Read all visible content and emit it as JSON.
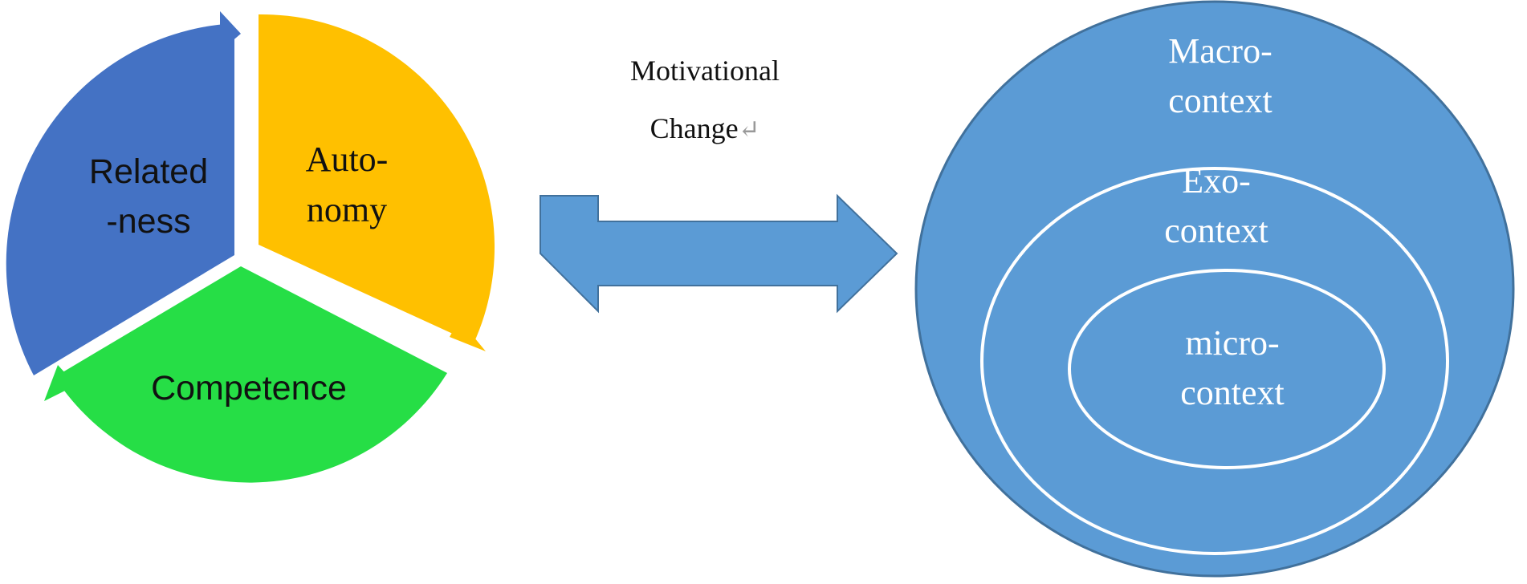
{
  "cycle": {
    "relatedness": {
      "line1": "Related",
      "line2": "-ness"
    },
    "autonomy": {
      "line1": "Auto-",
      "line2": "nomy"
    },
    "competence": {
      "label": "Competence"
    }
  },
  "arrow": {
    "caption_line1": "Motivational",
    "caption_line2": "Change",
    "return_mark": "↵"
  },
  "contexts": {
    "macro": {
      "line1": "Macro-",
      "line2": "context"
    },
    "exo": {
      "line1": "Exo-",
      "line2": "context"
    },
    "micro": {
      "line1": "micro-",
      "line2": "context"
    }
  },
  "colors": {
    "relatedness": "#4472C4",
    "autonomy": "#FFC000",
    "competence": "#26DE46",
    "context_fill": "#5B9BD5",
    "context_stroke": "#41719C",
    "arrow_fill": "#5B9BD5",
    "arrow_stroke": "#41719C",
    "ring_line": "#FFFFFF"
  }
}
